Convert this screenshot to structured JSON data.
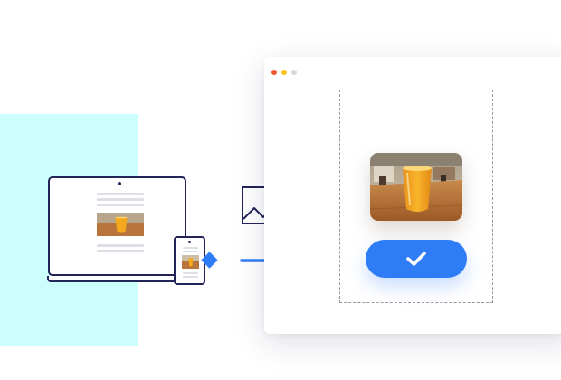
{
  "colors": {
    "accent": "#2f7df6",
    "outline": "#22245a",
    "highlight_block": "#ccfefc",
    "window_dot_red": "#f0582d",
    "window_dot_yellow": "#f7c21e",
    "window_dot_gray": "#d9d9d9"
  },
  "icons": {
    "image_placeholder": "image-icon",
    "confirm": "checkmark-icon",
    "media_card": "orange-juice-cup-photo"
  },
  "browser": {
    "window_controls": [
      "red",
      "yellow",
      "gray"
    ]
  }
}
